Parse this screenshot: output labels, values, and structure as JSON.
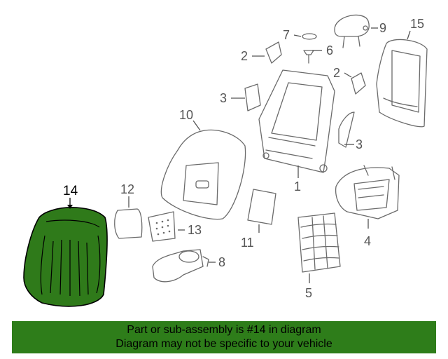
{
  "diagram": {
    "callouts": {
      "c1": "1",
      "c2a": "2",
      "c2b": "2",
      "c3a": "3",
      "c3b": "3",
      "c4": "4",
      "c5": "5",
      "c6": "6",
      "c7": "7",
      "c8": "8",
      "c9": "9",
      "c10": "10",
      "c11": "11",
      "c12": "12",
      "c13": "13",
      "c14": "14",
      "c15": "15"
    },
    "highlighted_part": "14",
    "highlight_color": "#2f7a1a"
  },
  "footer": {
    "line1": "Part or sub-assembly is #14 in diagram",
    "line2": "Diagram may not be specific to your vehicle",
    "background": "#2e7d1a"
  }
}
